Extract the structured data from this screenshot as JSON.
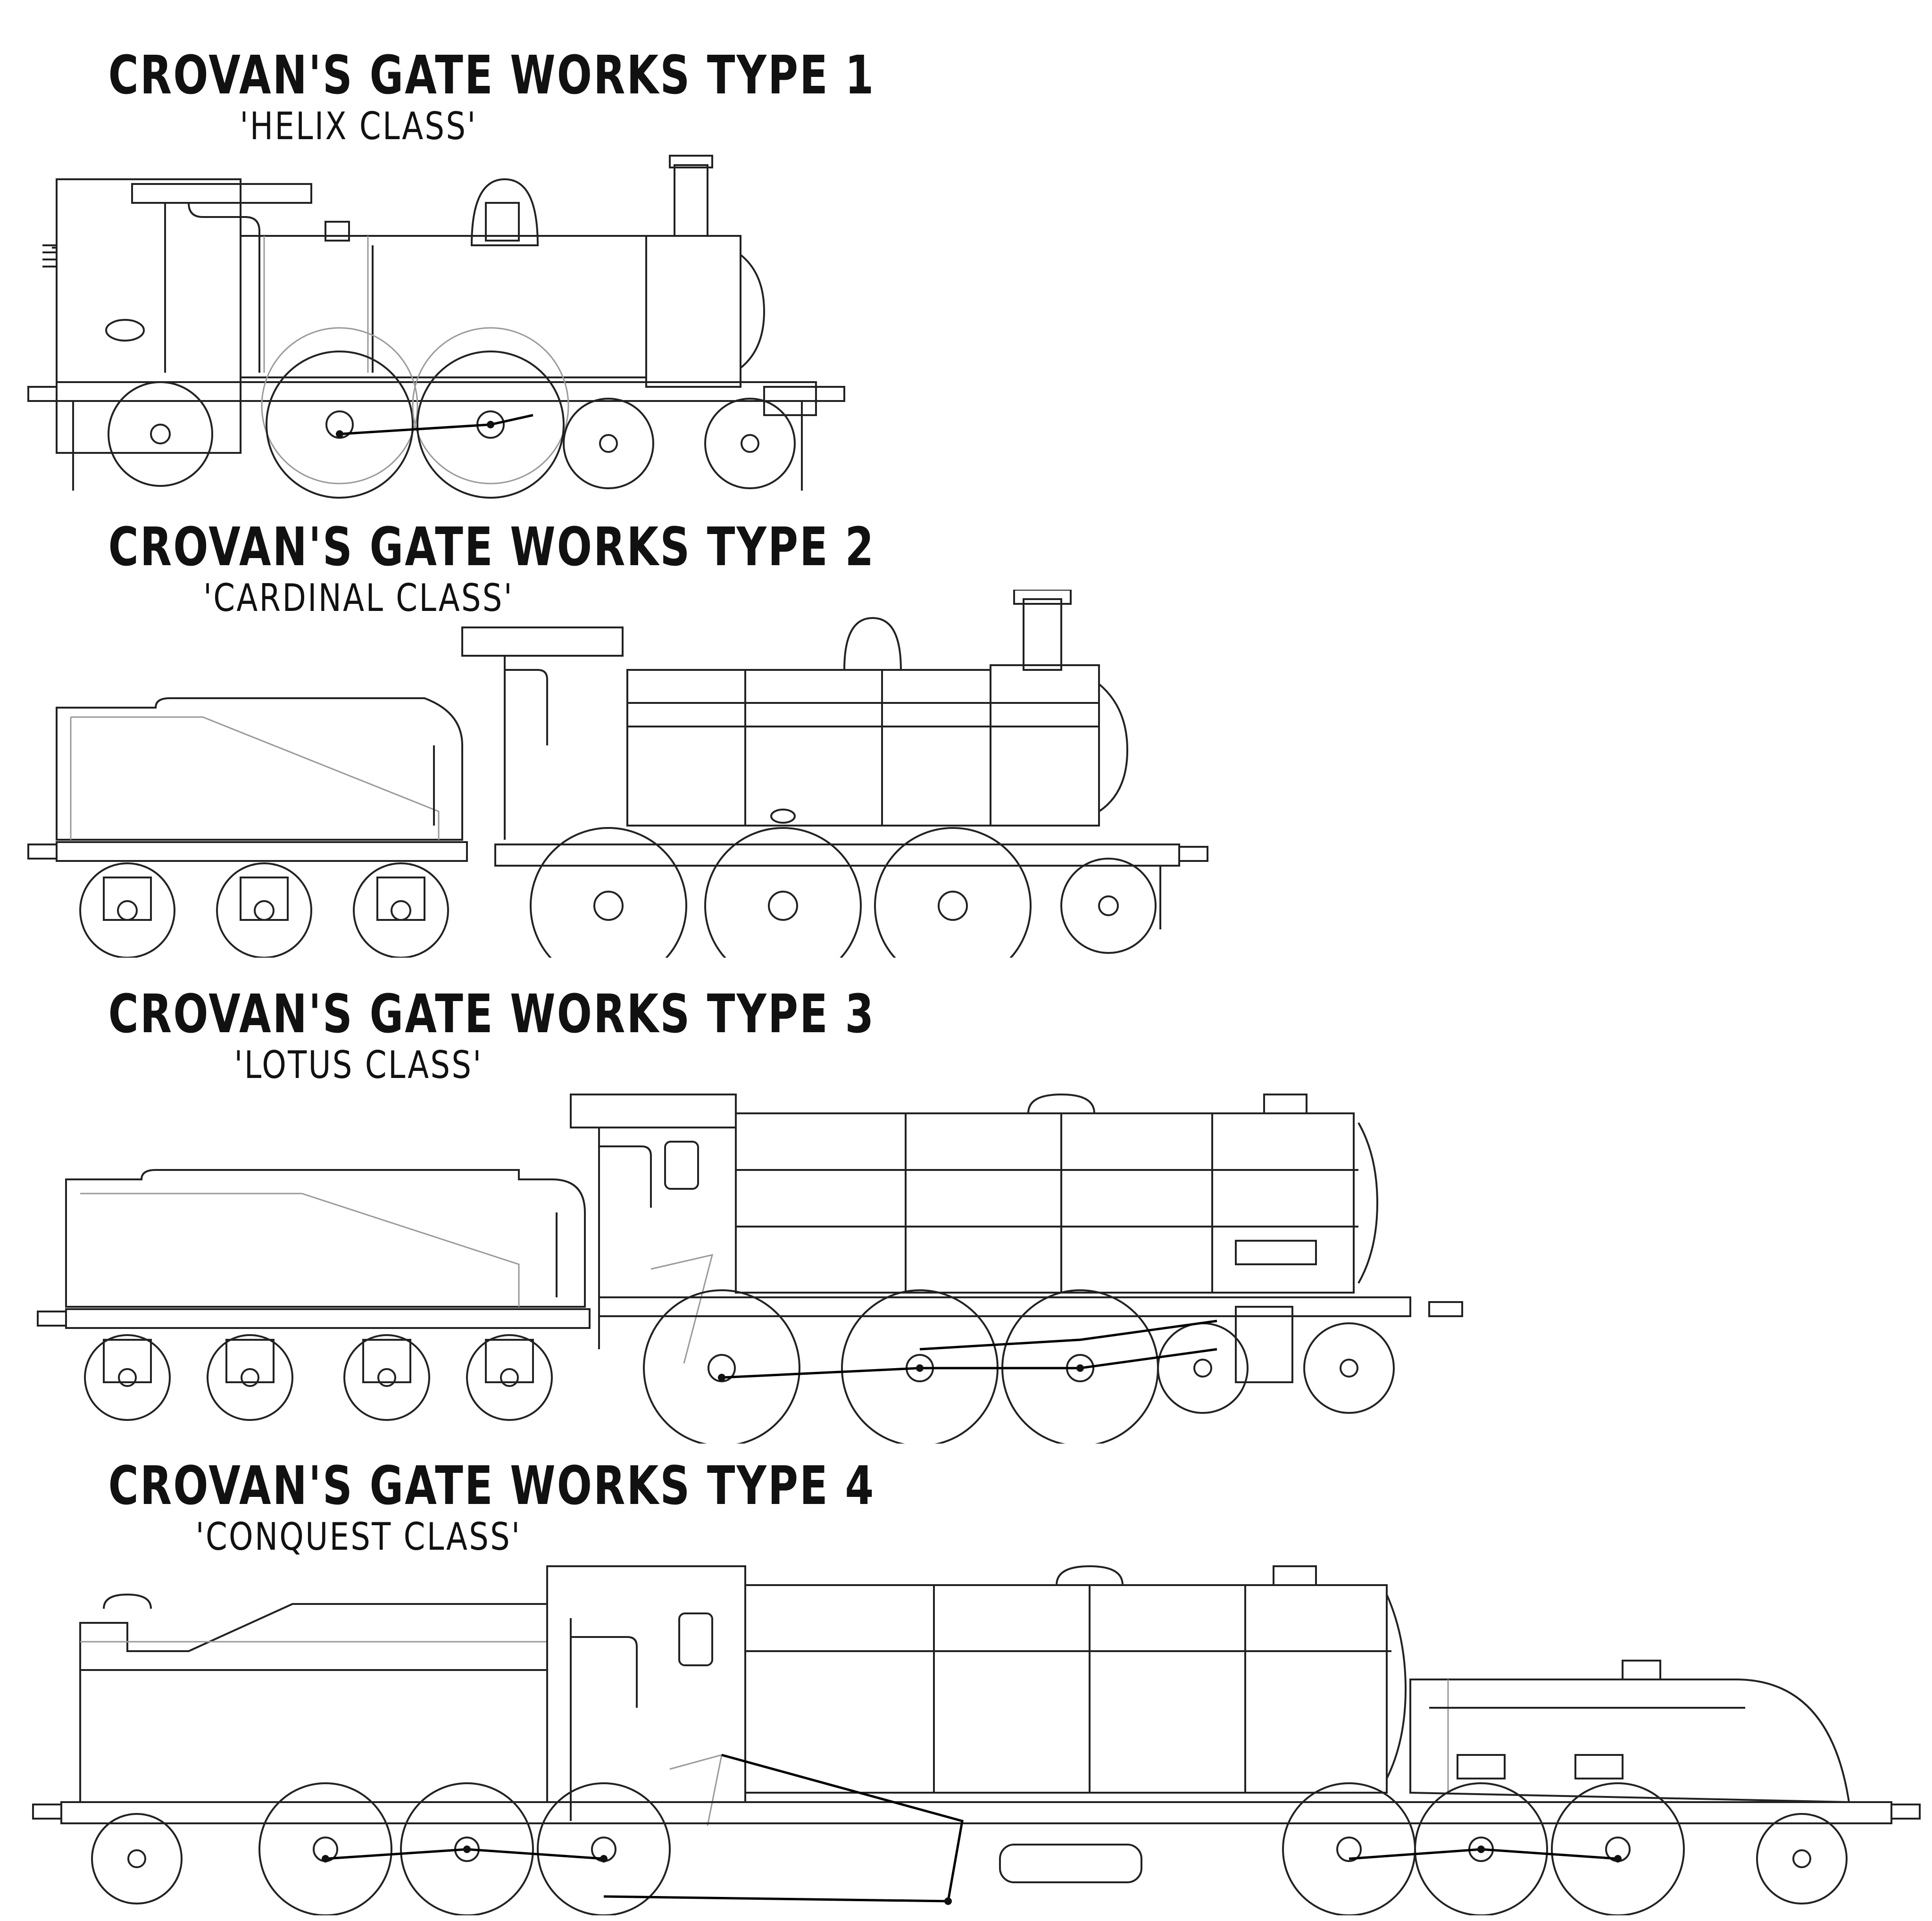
{
  "sheet": {
    "background": "#ffffff",
    "line_color": "#222222"
  },
  "locomotives": [
    {
      "title": "CROVAN'S GATE WORKS TYPE 1",
      "subtitle": "'HELIX CLASS'"
    },
    {
      "title": "CROVAN'S GATE WORKS TYPE 2",
      "subtitle": "'CARDINAL CLASS'"
    },
    {
      "title": "CROVAN'S GATE WORKS TYPE 3",
      "subtitle": "'LOTUS CLASS'"
    },
    {
      "title": "CROVAN'S GATE WORKS TYPE 4",
      "subtitle": "'CONQUEST CLASS'"
    }
  ]
}
